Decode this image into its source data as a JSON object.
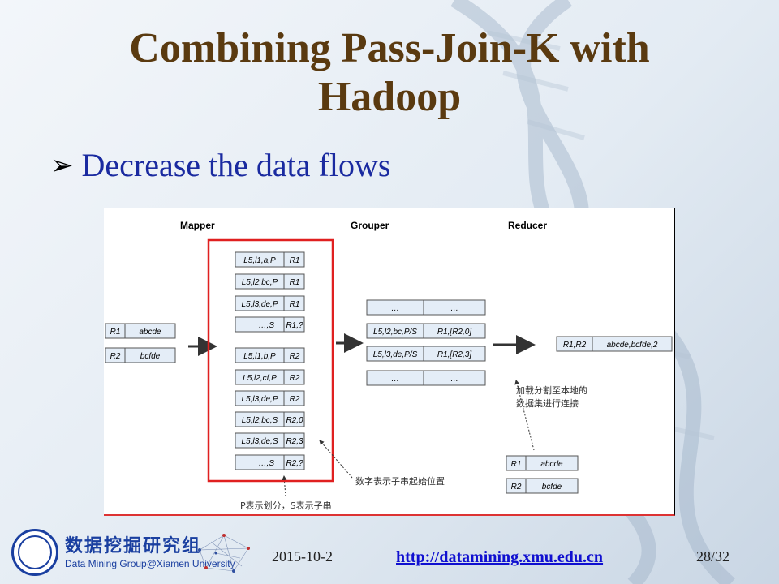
{
  "slide": {
    "title_line1": "Combining Pass-Join-K with",
    "title_line2": "Hadoop",
    "bullet": "Decrease the data flows",
    "bullet_icon": "arrow-bullet-icon"
  },
  "diagram": {
    "headers": {
      "mapper": "Mapper",
      "grouper": "Grouper",
      "reducer": "Reducer"
    },
    "inputs": [
      {
        "id": "R1",
        "text": "abcde"
      },
      {
        "id": "R2",
        "text": "bcfde"
      }
    ],
    "mapper_rows": [
      {
        "key": "L5,l1,a,P",
        "val": "R1"
      },
      {
        "key": "L5,l2,bc,P",
        "val": "R1"
      },
      {
        "key": "L5,l3,de,P",
        "val": "R1"
      },
      {
        "key": "…,S",
        "val": "R1,?"
      },
      {
        "key": "L5,l1,b,P",
        "val": "R2"
      },
      {
        "key": "L5,l2,cf,P",
        "val": "R2"
      },
      {
        "key": "L5,l3,de,P",
        "val": "R2"
      },
      {
        "key": "L5,l2,bc,S",
        "val": "R2,0"
      },
      {
        "key": "L5,l3,de,S",
        "val": "R2,3"
      },
      {
        "key": "…,S",
        "val": "R2,?"
      }
    ],
    "grouper_rows": [
      {
        "key": "…",
        "val": "…"
      },
      {
        "key": "L5,l2,bc,P/S",
        "val": "R1,[R2,0]"
      },
      {
        "key": "L5,l3,de,P/S",
        "val": "R1,[R2,3]"
      },
      {
        "key": "…",
        "val": "…"
      }
    ],
    "reducer_output": {
      "key": "R1,R2",
      "val": "abcde,bcfde,2"
    },
    "reducer_inputs": [
      {
        "id": "R1",
        "text": "abcde"
      },
      {
        "id": "R2",
        "text": "bcfde"
      }
    ],
    "annotations": {
      "load_line1": "加载分割至本地的",
      "load_line2": "数据集进行连接",
      "offset": "数字表示子串起始位置",
      "partition": "P表示划分，S表示子串"
    },
    "colors": {
      "highlight": "#e02020",
      "box_fill": "#e4edf7",
      "box_stroke": "#555555"
    }
  },
  "footer": {
    "group_name_cn": "数据挖掘研究组",
    "group_name_en": "Data Mining Group@Xiamen University",
    "date": "2015-10-2",
    "url": "http://datamining.xmu.edu.cn",
    "page": "28/32"
  }
}
